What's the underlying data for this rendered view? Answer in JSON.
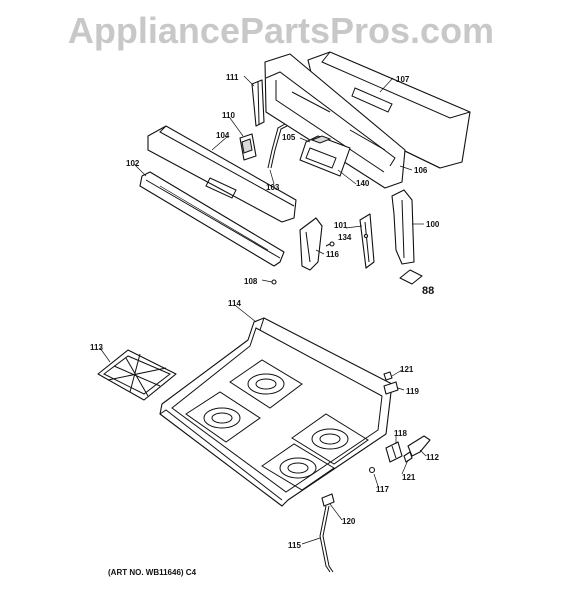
{
  "watermark": "AppliancePartsPros.com",
  "art_number": "(ART NO. WB11646) C4",
  "callouts": {
    "p88": "88",
    "p100": "100",
    "p101": "101",
    "p102": "102",
    "p103": "103",
    "p104": "104",
    "p105": "105",
    "p106": "106",
    "p107": "107",
    "p108": "108",
    "p110": "110",
    "p111": "111",
    "p112": "112",
    "p113": "113",
    "p114": "114",
    "p115": "115",
    "p116": "116",
    "p117": "117",
    "p118": "118",
    "p119": "119",
    "p120": "120",
    "p121a": "121",
    "p121b": "121",
    "p134": "134",
    "p140": "140"
  }
}
